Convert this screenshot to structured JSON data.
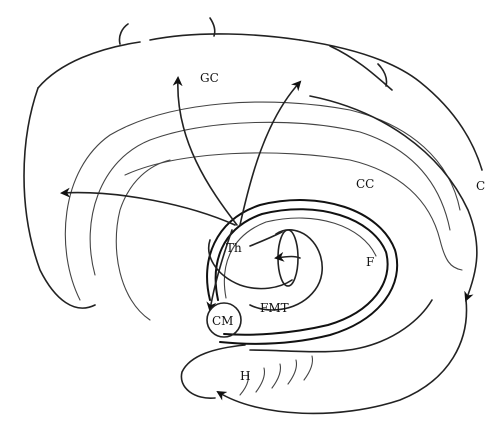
{
  "diagram": {
    "labels": {
      "gc": "GC",
      "cc": "CC",
      "c_right": "C",
      "th": "Th",
      "f": "F",
      "fmt": "FMT",
      "cm": "CM",
      "h": "H"
    },
    "colors": {
      "line": "#222222",
      "background": "#ffffff"
    }
  }
}
